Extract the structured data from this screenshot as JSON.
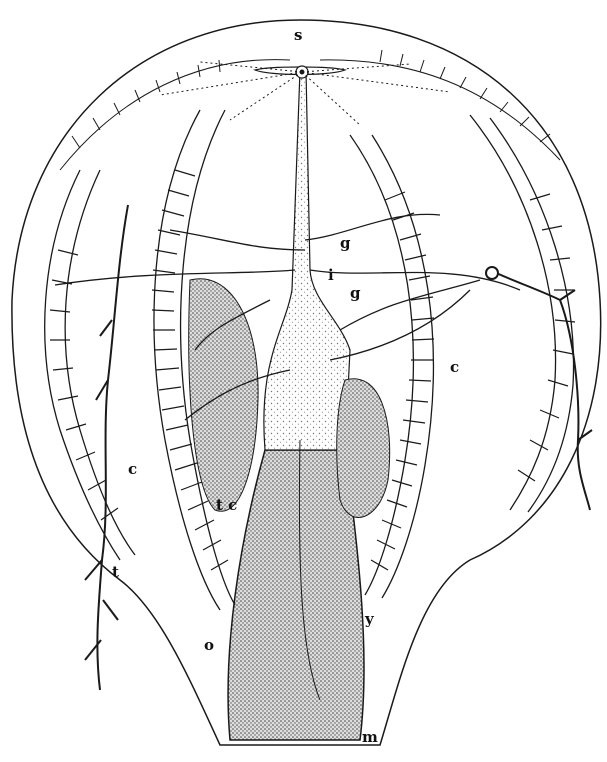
{
  "labels": {
    "s": "s",
    "g_upper": "g",
    "i": "i",
    "g_lower": "g",
    "c_right": "c",
    "c_left": "c",
    "tc": "t c",
    "t": "t",
    "y": "y",
    "o": "o",
    "m": "m"
  },
  "colors": {
    "ink": "#1a1a1a",
    "paper": "#ffffff",
    "stipple": "#cfcfcf"
  }
}
